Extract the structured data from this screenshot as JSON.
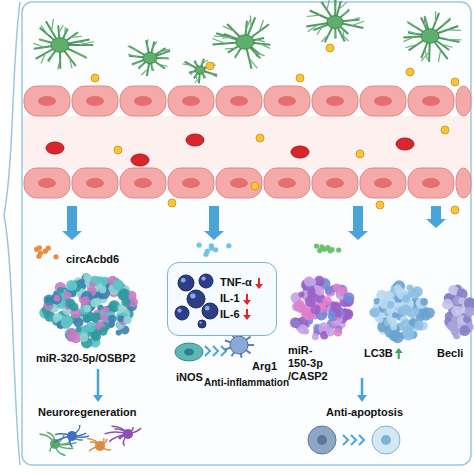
{
  "diagram": {
    "nodes": [
      {
        "text": [
          "TNF-α",
          "IL-1",
          "IL-6"
        ]
      }
    ],
    "labels": [
      "circAcbd6",
      "miR-320-5p/OSBP2",
      "Neuroregeneration",
      "iNOS",
      "Anti-inflammation",
      "Arg1",
      "miR-150-3p /CASP2",
      "LC3B",
      "Becli",
      "Anti-apoptosis"
    ]
  }
}
